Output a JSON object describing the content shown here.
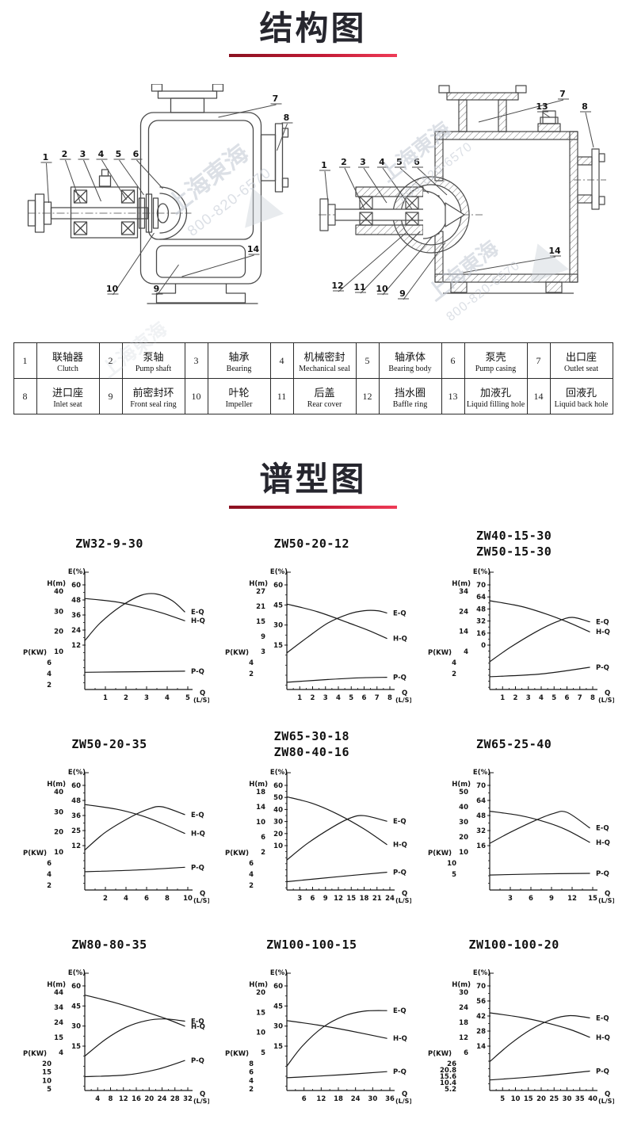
{
  "sections": {
    "structure": {
      "title": "结构图"
    },
    "curves": {
      "title": "谱型图"
    }
  },
  "watermark": {
    "brand": "上海東海",
    "phone": "800-820-6570"
  },
  "diagrams": {
    "left": {
      "callouts": [
        "1",
        "2",
        "3",
        "4",
        "5",
        "6",
        "7",
        "8",
        "14",
        "10",
        "9"
      ]
    },
    "right": {
      "callouts": [
        "1",
        "2",
        "3",
        "4",
        "5",
        "6",
        "7",
        "13",
        "8",
        "14",
        "12",
        "11",
        "10",
        "9"
      ]
    }
  },
  "parts_table": {
    "rows": [
      [
        {
          "no": "1",
          "cn": "联轴器",
          "en": "Clutch"
        },
        {
          "no": "2",
          "cn": "泵轴",
          "en": "Pump shaft"
        },
        {
          "no": "3",
          "cn": "轴承",
          "en": "Bearing"
        },
        {
          "no": "4",
          "cn": "机械密封",
          "en": "Mechanical seal"
        },
        {
          "no": "5",
          "cn": "轴承体",
          "en": "Bearing body"
        },
        {
          "no": "6",
          "cn": "泵壳",
          "en": "Pump casing"
        },
        {
          "no": "7",
          "cn": "出口座",
          "en": "Outlet seat"
        }
      ],
      [
        {
          "no": "8",
          "cn": "进口座",
          "en": "Inlet seat"
        },
        {
          "no": "9",
          "cn": "前密封环",
          "en": "Front seal ring"
        },
        {
          "no": "10",
          "cn": "叶轮",
          "en": "Impeller"
        },
        {
          "no": "11",
          "cn": "后盖",
          "en": "Rear cover"
        },
        {
          "no": "12",
          "cn": "挡水圈",
          "en": "Baffle ring"
        },
        {
          "no": "13",
          "cn": "加液孔",
          "en": "Liquid filling hole"
        },
        {
          "no": "14",
          "cn": "回液孔",
          "en": "Liquid back hole"
        }
      ]
    ]
  },
  "chart_data": [
    {
      "type": "line",
      "title_lines": [
        "ZW32-9-30"
      ],
      "e_label": "E(%)",
      "h_label": "H(m)",
      "p_label": "P(KW)",
      "e_ticks": [
        "60",
        "48",
        "36",
        "24",
        "12"
      ],
      "h_ticks": [
        "40",
        "30",
        "20",
        "10"
      ],
      "p_ticks": [
        "6",
        "4",
        "2"
      ],
      "x_ticks": [
        "1",
        "2",
        "3",
        "4",
        "5"
      ],
      "x_unit_top": "Q",
      "x_unit_bottom": "(L/S)",
      "series": [
        {
          "name": "E-Q",
          "points": [
            [
              0,
              0.44
            ],
            [
              0.15,
              0.6
            ],
            [
              0.35,
              0.75
            ],
            [
              0.55,
              0.85
            ],
            [
              0.7,
              0.86
            ],
            [
              0.85,
              0.8
            ],
            [
              0.97,
              0.7
            ]
          ]
        },
        {
          "name": "H-Q",
          "points": [
            [
              0,
              0.82
            ],
            [
              0.3,
              0.79
            ],
            [
              0.55,
              0.74
            ],
            [
              0.75,
              0.69
            ],
            [
              0.97,
              0.62
            ]
          ]
        },
        {
          "name": "P-Q",
          "points": [
            [
              0,
              0.155
            ],
            [
              0.5,
              0.16
            ],
            [
              0.97,
              0.165
            ]
          ]
        }
      ]
    },
    {
      "type": "line",
      "title_lines": [
        "ZW50-20-12"
      ],
      "e_label": "E(%)",
      "h_label": "H(m)",
      "p_label": "P(KW)",
      "e_ticks": [
        "60",
        "45",
        "30",
        "15"
      ],
      "h_ticks": [
        "27",
        "21",
        "15",
        "9",
        "3"
      ],
      "p_ticks": [
        "4",
        "2"
      ],
      "x_ticks": [
        "1",
        "2",
        "3",
        "4",
        "5",
        "6",
        "7",
        "8"
      ],
      "x_unit_top": "Q",
      "x_unit_bottom": "(L/S)",
      "series": [
        {
          "name": "E-Q",
          "points": [
            [
              0,
              0.33
            ],
            [
              0.2,
              0.47
            ],
            [
              0.4,
              0.6
            ],
            [
              0.6,
              0.68
            ],
            [
              0.75,
              0.71
            ],
            [
              0.88,
              0.71
            ],
            [
              0.97,
              0.69
            ]
          ]
        },
        {
          "name": "H-Q",
          "points": [
            [
              0,
              0.77
            ],
            [
              0.3,
              0.7
            ],
            [
              0.6,
              0.6
            ],
            [
              0.8,
              0.53
            ],
            [
              0.97,
              0.46
            ]
          ]
        },
        {
          "name": "P-Q",
          "points": [
            [
              0,
              0.065
            ],
            [
              0.4,
              0.09
            ],
            [
              0.7,
              0.105
            ],
            [
              0.97,
              0.11
            ]
          ]
        }
      ]
    },
    {
      "type": "line",
      "title_lines": [
        "ZW40-15-30",
        "ZW50-15-30"
      ],
      "e_label": "E(%)",
      "h_label": "H(m)",
      "p_label": "P(KW)",
      "e_ticks": [
        "70",
        "64",
        "48",
        "32",
        "16",
        "0"
      ],
      "h_ticks": [
        "34",
        "24",
        "14",
        "4"
      ],
      "p_ticks": [
        "4",
        "2"
      ],
      "x_ticks": [
        "1",
        "2",
        "3",
        "4",
        "5",
        "6",
        "7",
        "8"
      ],
      "x_unit_top": "Q",
      "x_unit_bottom": "(L/S)",
      "series": [
        {
          "name": "E-Q",
          "points": [
            [
              0,
              0.25
            ],
            [
              0.2,
              0.38
            ],
            [
              0.45,
              0.52
            ],
            [
              0.65,
              0.61
            ],
            [
              0.8,
              0.65
            ],
            [
              0.97,
              0.61
            ]
          ]
        },
        {
          "name": "H-Q",
          "points": [
            [
              0,
              0.8
            ],
            [
              0.3,
              0.75
            ],
            [
              0.55,
              0.68
            ],
            [
              0.75,
              0.61
            ],
            [
              0.97,
              0.52
            ]
          ]
        },
        {
          "name": "P-Q",
          "points": [
            [
              0,
              0.115
            ],
            [
              0.5,
              0.14
            ],
            [
              0.97,
              0.2
            ]
          ]
        }
      ]
    },
    {
      "type": "line",
      "title_lines": [
        "ZW50-20-35"
      ],
      "e_label": "E(%)",
      "h_label": "H(m)",
      "p_label": "P(KW)",
      "e_ticks": [
        "60",
        "48",
        "36",
        "25",
        "12"
      ],
      "h_ticks": [
        "40",
        "30",
        "20",
        "10"
      ],
      "p_ticks": [
        "6",
        "4",
        "2"
      ],
      "x_ticks": [
        "2",
        "4",
        "6",
        "8",
        "10"
      ],
      "x_unit_top": "Q",
      "x_unit_bottom": "(L/S)",
      "series": [
        {
          "name": "E-Q",
          "points": [
            [
              0,
              0.36
            ],
            [
              0.2,
              0.52
            ],
            [
              0.45,
              0.66
            ],
            [
              0.62,
              0.73
            ],
            [
              0.75,
              0.75
            ],
            [
              0.97,
              0.68
            ]
          ]
        },
        {
          "name": "H-Q",
          "points": [
            [
              0,
              0.77
            ],
            [
              0.3,
              0.73
            ],
            [
              0.55,
              0.67
            ],
            [
              0.75,
              0.6
            ],
            [
              0.97,
              0.51
            ]
          ]
        },
        {
          "name": "P-Q",
          "points": [
            [
              0,
              0.165
            ],
            [
              0.5,
              0.18
            ],
            [
              0.97,
              0.205
            ]
          ]
        }
      ]
    },
    {
      "type": "line",
      "title_lines": [
        "ZW65-30-18",
        "ZW80-40-16"
      ],
      "e_label": "E(%)",
      "h_label": "H(m)",
      "p_label": "P(KW)",
      "e_ticks": [
        "60",
        "50",
        "40",
        "30",
        "20",
        "10"
      ],
      "h_ticks": [
        "18",
        "14",
        "10",
        "6",
        "2"
      ],
      "p_ticks": [
        "6",
        "4",
        "2"
      ],
      "x_ticks": [
        "3",
        "6",
        "9",
        "12",
        "15",
        "18",
        "21",
        "24"
      ],
      "x_unit_top": "Q",
      "x_unit_bottom": "(L/S)",
      "series": [
        {
          "name": "E-Q",
          "points": [
            [
              0,
              0.27
            ],
            [
              0.2,
              0.42
            ],
            [
              0.45,
              0.57
            ],
            [
              0.62,
              0.65
            ],
            [
              0.75,
              0.67
            ],
            [
              0.97,
              0.62
            ]
          ]
        },
        {
          "name": "H-Q",
          "points": [
            [
              0,
              0.84
            ],
            [
              0.25,
              0.78
            ],
            [
              0.5,
              0.68
            ],
            [
              0.75,
              0.55
            ],
            [
              0.97,
              0.41
            ]
          ]
        },
        {
          "name": "P-Q",
          "points": [
            [
              0,
              0.075
            ],
            [
              0.5,
              0.12
            ],
            [
              0.97,
              0.16
            ]
          ]
        }
      ]
    },
    {
      "type": "line",
      "title_lines": [
        "ZW65-25-40"
      ],
      "e_label": "E(%)",
      "h_label": "H(m)",
      "p_label": "P(KW)",
      "e_ticks": [
        "70",
        "64",
        "48",
        "32",
        "16"
      ],
      "h_ticks": [
        "50",
        "40",
        "30",
        "20",
        "10"
      ],
      "p_ticks": [
        "10",
        "5"
      ],
      "x_ticks": [
        "3",
        "6",
        "9",
        "12",
        "15"
      ],
      "x_unit_top": "Q",
      "x_unit_bottom": "(L/S)",
      "series": [
        {
          "name": "E-Q",
          "points": [
            [
              0,
              0.42
            ],
            [
              0.2,
              0.52
            ],
            [
              0.45,
              0.63
            ],
            [
              0.62,
              0.69
            ],
            [
              0.75,
              0.7
            ],
            [
              0.97,
              0.56
            ]
          ]
        },
        {
          "name": "H-Q",
          "points": [
            [
              0,
              0.71
            ],
            [
              0.3,
              0.67
            ],
            [
              0.55,
              0.61
            ],
            [
              0.75,
              0.54
            ],
            [
              0.97,
              0.43
            ]
          ]
        },
        {
          "name": "P-Q",
          "points": [
            [
              0,
              0.135
            ],
            [
              0.5,
              0.145
            ],
            [
              0.97,
              0.15
            ]
          ]
        }
      ]
    },
    {
      "type": "line",
      "title_lines": [
        "ZW80-80-35"
      ],
      "e_label": "E(%)",
      "h_label": "H(m)",
      "p_label": "P(KW)",
      "e_ticks": [
        "60",
        "45",
        "30",
        "15"
      ],
      "h_ticks": [
        "44",
        "34",
        "24",
        "15",
        "4"
      ],
      "p_ticks": [
        "20",
        "15",
        "10",
        "5"
      ],
      "x_ticks": [
        "4",
        "8",
        "12",
        "16",
        "20",
        "24",
        "28",
        "32"
      ],
      "x_unit_top": "Q",
      "x_unit_bottom": "(L/S)",
      "series": [
        {
          "name": "E-Q",
          "points": [
            [
              0,
              0.31
            ],
            [
              0.2,
              0.46
            ],
            [
              0.4,
              0.57
            ],
            [
              0.6,
              0.63
            ],
            [
              0.78,
              0.645
            ],
            [
              0.97,
              0.625
            ]
          ]
        },
        {
          "name": "H-Q",
          "points": [
            [
              0,
              0.86
            ],
            [
              0.3,
              0.79
            ],
            [
              0.55,
              0.72
            ],
            [
              0.78,
              0.65
            ],
            [
              0.97,
              0.58
            ]
          ]
        },
        {
          "name": "P-Q",
          "points": [
            [
              0,
              0.125
            ],
            [
              0.4,
              0.14
            ],
            [
              0.7,
              0.19
            ],
            [
              0.97,
              0.27
            ]
          ]
        }
      ]
    },
    {
      "type": "line",
      "title_lines": [
        "ZW100-100-15"
      ],
      "e_label": "E(%)",
      "h_label": "H(m)",
      "p_label": "P(KW)",
      "e_ticks": [
        "60",
        "45",
        "30",
        "15"
      ],
      "h_ticks": [
        "20",
        "15",
        "10",
        "5"
      ],
      "p_ticks": [
        "8",
        "6",
        "4",
        "2"
      ],
      "x_ticks": [
        "6",
        "12",
        "18",
        "24",
        "30",
        "36"
      ],
      "x_unit_top": "Q",
      "x_unit_bottom": "(L/S)",
      "series": [
        {
          "name": "E-Q",
          "points": [
            [
              0,
              0.22
            ],
            [
              0.15,
              0.4
            ],
            [
              0.35,
              0.57
            ],
            [
              0.55,
              0.67
            ],
            [
              0.75,
              0.715
            ],
            [
              0.97,
              0.72
            ]
          ]
        },
        {
          "name": "H-Q",
          "points": [
            [
              0,
              0.63
            ],
            [
              0.3,
              0.59
            ],
            [
              0.6,
              0.54
            ],
            [
              0.97,
              0.47
            ]
          ]
        },
        {
          "name": "P-Q",
          "points": [
            [
              0,
              0.115
            ],
            [
              0.5,
              0.14
            ],
            [
              0.97,
              0.17
            ]
          ]
        }
      ]
    },
    {
      "type": "line",
      "title_lines": [
        "ZW100-100-20"
      ],
      "e_label": "E(%)",
      "h_label": "H(m)",
      "p_label": "P(KW)",
      "e_ticks": [
        "70",
        "56",
        "42",
        "28",
        "14"
      ],
      "h_ticks": [
        "30",
        "24",
        "18",
        "12",
        "6"
      ],
      "p_ticks": [
        "26",
        "20.8",
        "15.6",
        "10.4",
        "5.2"
      ],
      "x_ticks": [
        "5",
        "10",
        "15",
        "20",
        "25",
        "30",
        "35",
        "40"
      ],
      "x_unit_top": "Q",
      "x_unit_bottom": "(L/S)",
      "series": [
        {
          "name": "E-Q",
          "points": [
            [
              0,
              0.26
            ],
            [
              0.2,
              0.42
            ],
            [
              0.4,
              0.55
            ],
            [
              0.6,
              0.64
            ],
            [
              0.78,
              0.675
            ],
            [
              0.97,
              0.655
            ]
          ]
        },
        {
          "name": "H-Q",
          "points": [
            [
              0,
              0.7
            ],
            [
              0.3,
              0.66
            ],
            [
              0.55,
              0.61
            ],
            [
              0.78,
              0.55
            ],
            [
              0.97,
              0.48
            ]
          ]
        },
        {
          "name": "P-Q",
          "points": [
            [
              0,
              0.095
            ],
            [
              0.5,
              0.13
            ],
            [
              0.97,
              0.175
            ]
          ]
        }
      ]
    }
  ]
}
